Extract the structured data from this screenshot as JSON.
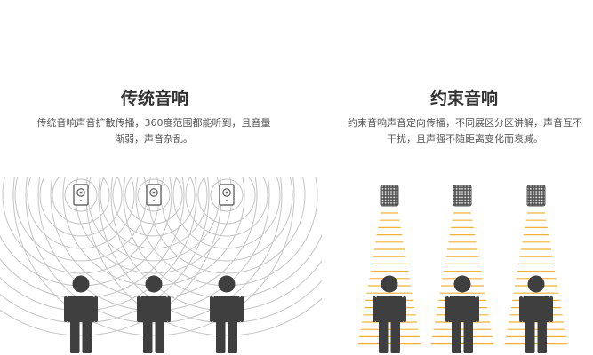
{
  "left_panel": {
    "title": "传统音响",
    "description": "传统音响声音扩散传播，360度范围都能听到，且音量渐弱，声音杂乱。"
  },
  "right_panel": {
    "title": "约束音响",
    "description": "约束音响声音定向传播，不同展区分区讲解，声音互不干扰，且声强不随距离变化而衰减。"
  },
  "icons": {
    "traditional_speaker": "speaker-icon",
    "directional_speaker": "array-speaker-icon",
    "listener": "person-icon"
  },
  "colors": {
    "title": "#333333",
    "text": "#555555",
    "person": "#3f3f3f",
    "wave_gray": "#c4c4c4",
    "wave_orange": "#f2b235",
    "speaker_outline": "#666666",
    "array_speaker": "#555555"
  }
}
